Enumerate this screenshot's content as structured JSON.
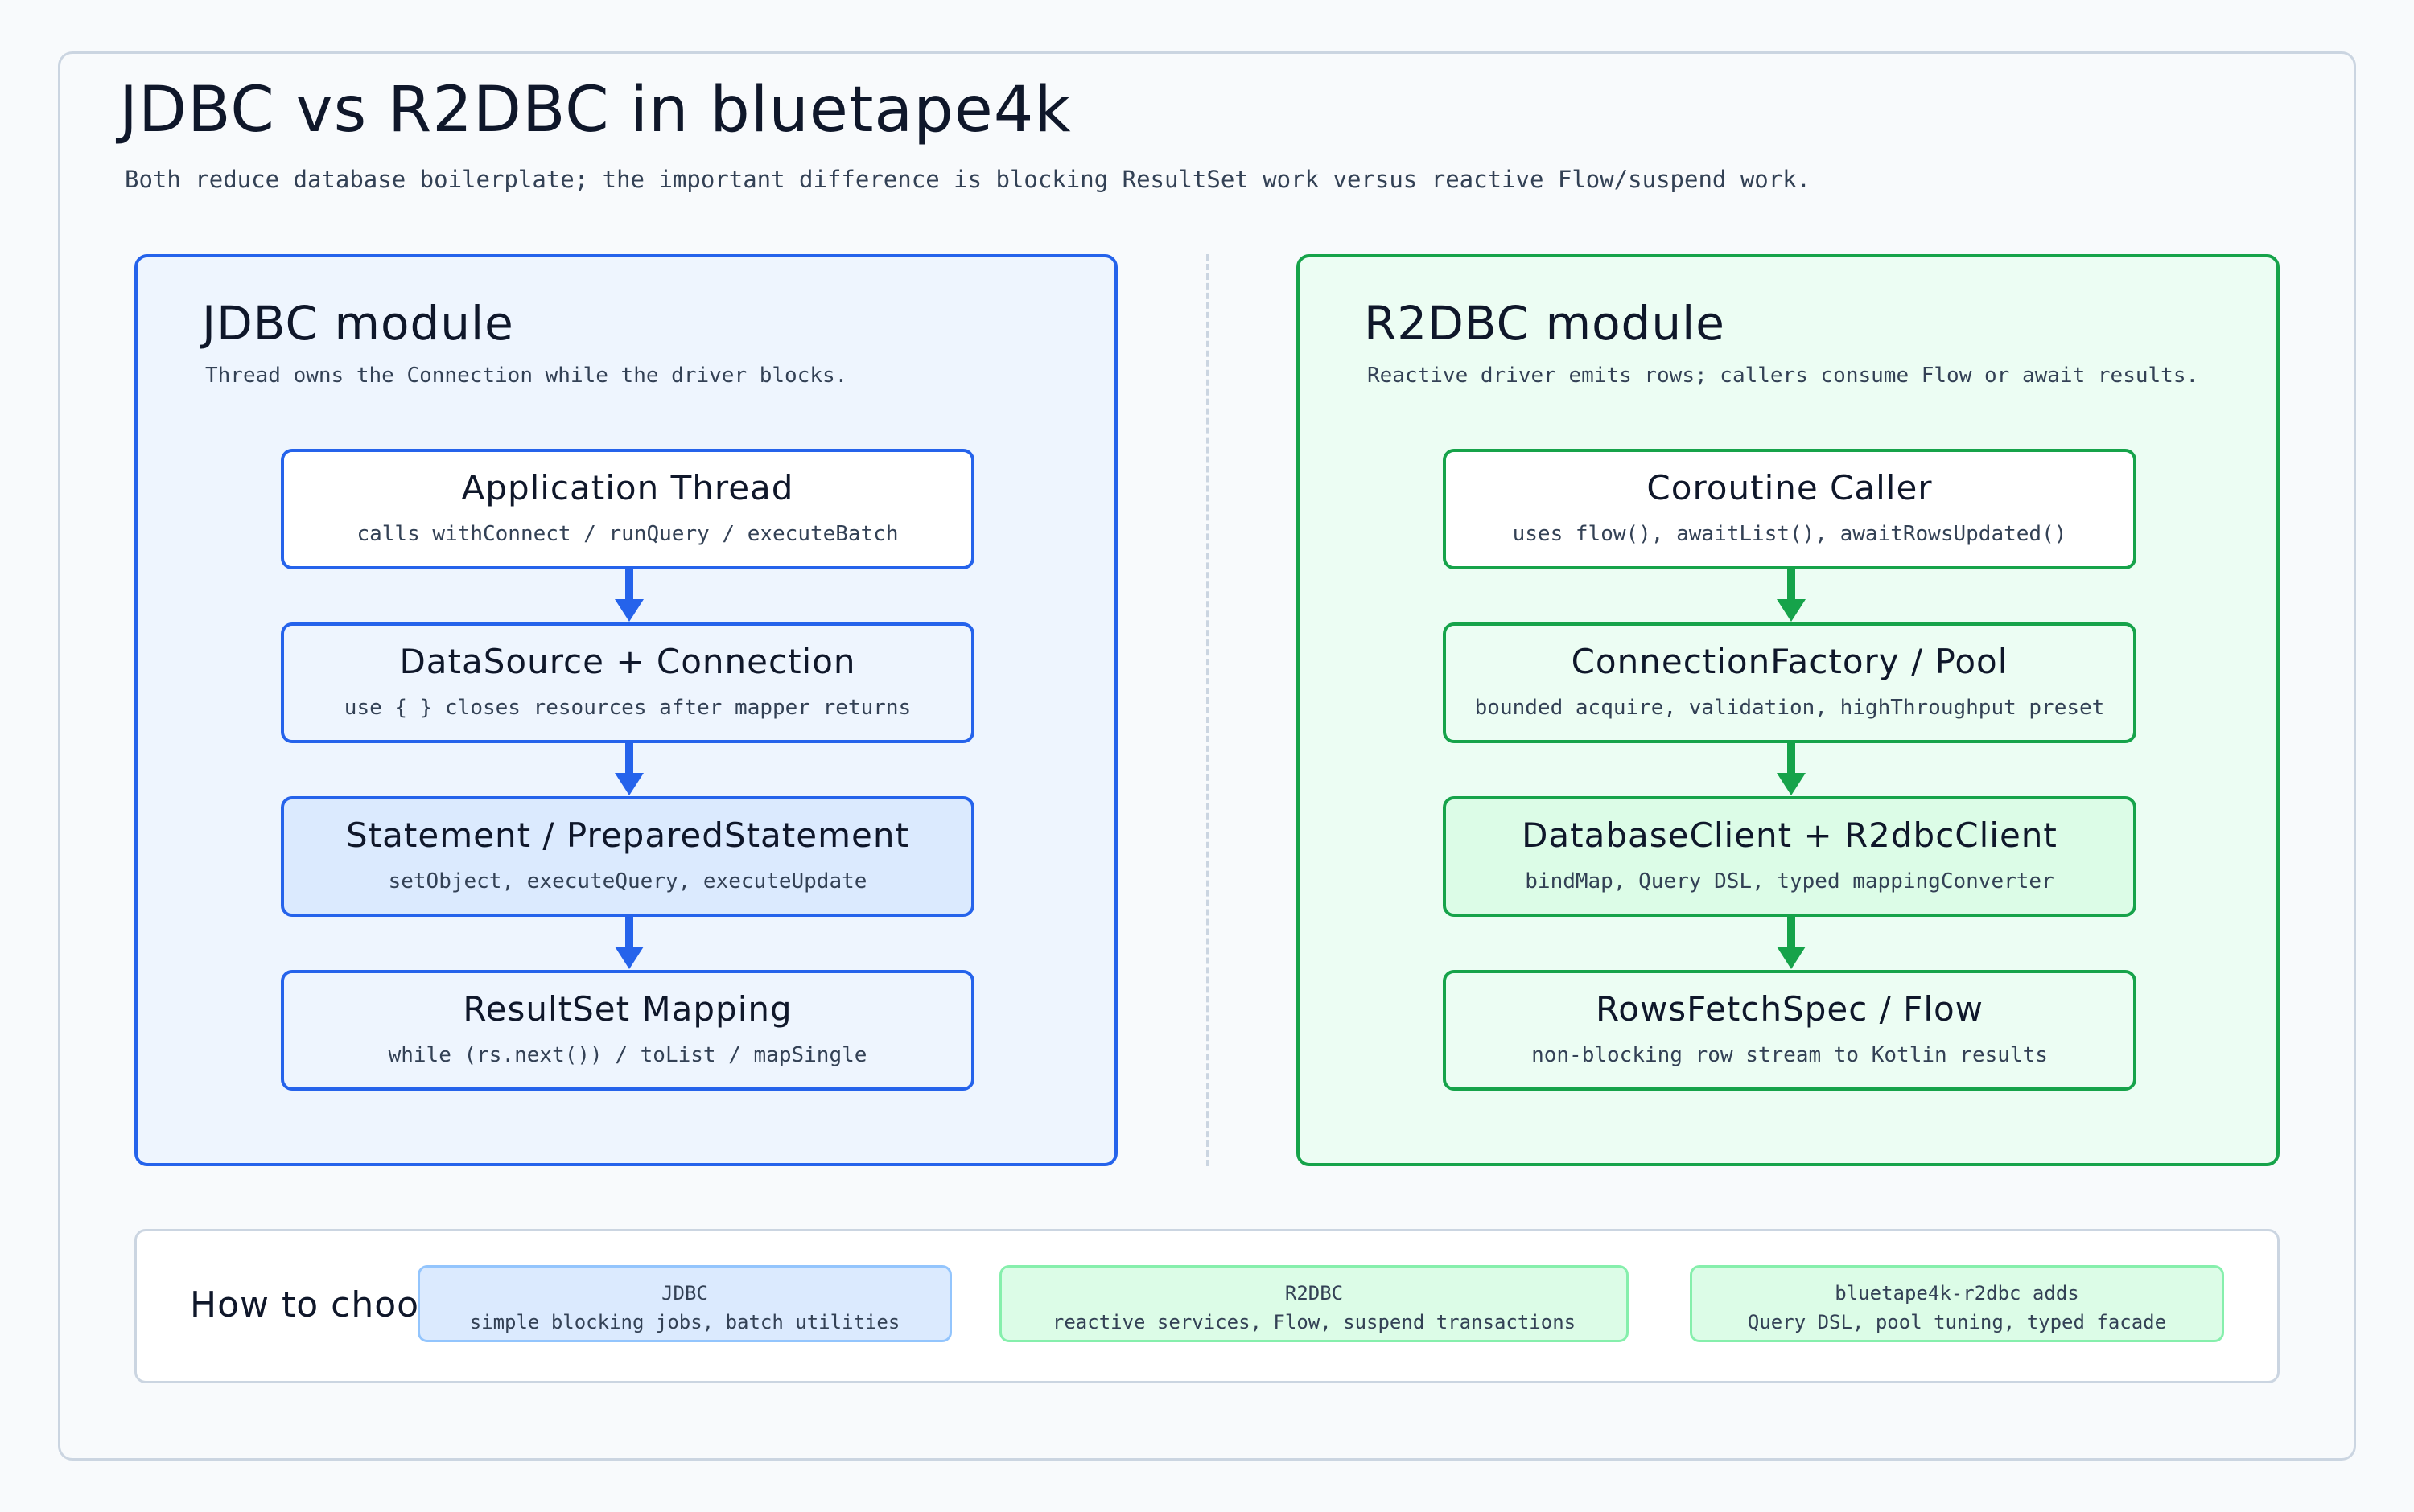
{
  "title": "JDBC vs R2DBC in bluetape4k",
  "subtitle": "Both reduce database boilerplate; the important difference is blocking ResultSet work versus reactive Flow/suspend work.",
  "jdbc": {
    "title": "JDBC module",
    "description": "Thread owns the Connection while the driver blocks.",
    "nodes": [
      {
        "title": "Application Thread",
        "sub": "calls withConnect / runQuery / executeBatch"
      },
      {
        "title": "DataSource + Connection",
        "sub": "use { } closes resources after mapper returns"
      },
      {
        "title": "Statement / PreparedStatement",
        "sub": "setObject, executeQuery, executeUpdate"
      },
      {
        "title": "ResultSet Mapping",
        "sub": "while (rs.next()) / toList / mapSingle"
      }
    ],
    "color": "#2563eb"
  },
  "r2dbc": {
    "title": "R2DBC module",
    "description": "Reactive driver emits rows; callers consume Flow or await results.",
    "nodes": [
      {
        "title": "Coroutine Caller",
        "sub": "uses flow(), awaitList(), awaitRowsUpdated()"
      },
      {
        "title": "ConnectionFactory / Pool",
        "sub": "bounded acquire, validation, highThroughput preset"
      },
      {
        "title": "DatabaseClient + R2dbcClient",
        "sub": "bindMap, Query DSL, typed mappingConverter"
      },
      {
        "title": "RowsFetchSpec / Flow",
        "sub": "non-blocking row stream to Kotlin results"
      }
    ],
    "color": "#16a34a"
  },
  "choose": {
    "label": "How to choose",
    "options": [
      {
        "title": "JDBC",
        "sub": "simple blocking jobs, batch utilities"
      },
      {
        "title": "R2DBC",
        "sub": "reactive services, Flow, suspend transactions"
      },
      {
        "title": "bluetape4k-r2dbc adds",
        "sub": "Query DSL, pool tuning, typed facade"
      }
    ]
  }
}
